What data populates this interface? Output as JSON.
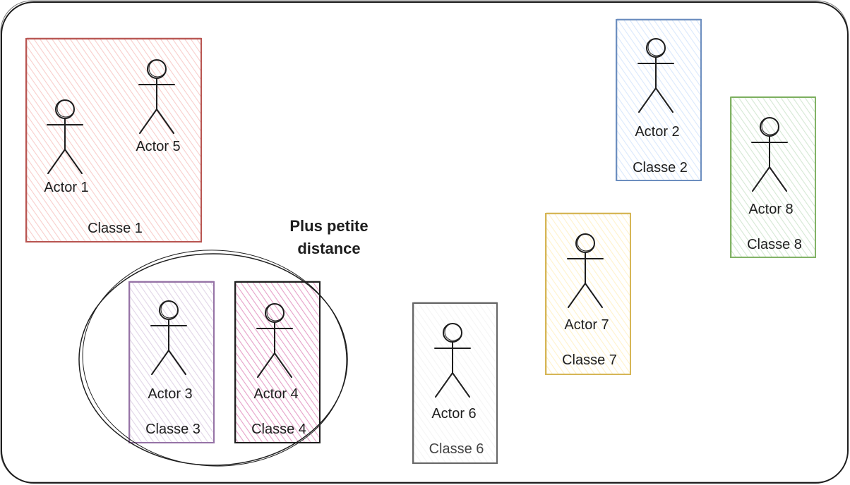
{
  "note": {
    "line1": "Plus petite",
    "line2": "distance"
  },
  "classes": [
    {
      "id": "1",
      "label": "Classe 1",
      "stroke": "#b85450",
      "fill": "#f8cecc",
      "actors": [
        "Actor 1",
        "Actor 5"
      ]
    },
    {
      "id": "2",
      "label": "Classe 2",
      "stroke": "#6c8ebf",
      "fill": "#dae8fc",
      "actors": [
        "Actor 2"
      ]
    },
    {
      "id": "8",
      "label": "Classe 8",
      "stroke": "#82b366",
      "fill": "#d5e8d4",
      "actors": [
        "Actor 8"
      ]
    },
    {
      "id": "7",
      "label": "Classe 7",
      "stroke": "#d6b656",
      "fill": "#fff2cc",
      "actors": [
        "Actor 7"
      ]
    },
    {
      "id": "6",
      "label": "Classe 6",
      "stroke": "#666666",
      "fill": "#f5f5f5",
      "actors": [
        "Actor 6"
      ]
    },
    {
      "id": "3",
      "label": "Classe 3",
      "stroke": "#9673a6",
      "fill": "#e1d5e7",
      "actors": [
        "Actor 3"
      ]
    },
    {
      "id": "4",
      "label": "Classe 4",
      "stroke": "#1e1e1e",
      "fill": "#e6a0c8",
      "actors": [
        "Actor 4"
      ]
    }
  ]
}
